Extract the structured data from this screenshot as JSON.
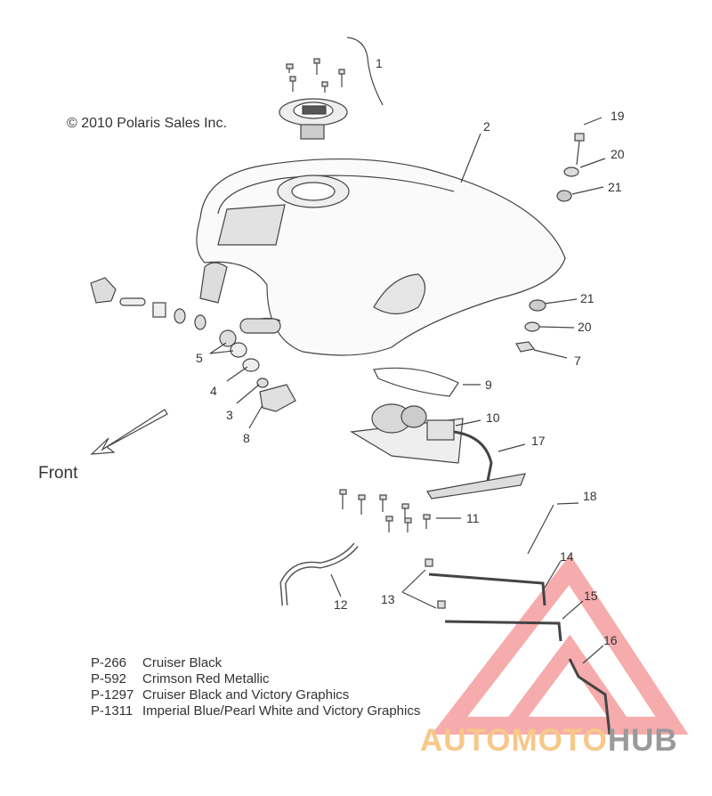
{
  "copyright": "© 2010 Polaris Sales Inc.",
  "front_label": "Front",
  "callouts": [
    "1",
    "2",
    "19",
    "20",
    "21",
    "21",
    "20",
    "7",
    "5",
    "4",
    "3",
    "8",
    "9",
    "10",
    "17",
    "18",
    "11",
    "12",
    "13",
    "14",
    "15",
    "16"
  ],
  "paint_options": [
    {
      "code": "P-266",
      "name": "Cruiser Black"
    },
    {
      "code": "P-592",
      "name": "Crimson Red Metallic"
    },
    {
      "code": "P-1297",
      "name": "Cruiser Black and Victory Graphics"
    },
    {
      "code": "P-1311",
      "name": "Imperial Blue/Pearl White and Victory Graphics"
    }
  ],
  "watermark": {
    "part1": "AUTOMOTO",
    "part2": "HUB",
    "color1": "#f7c889",
    "color2": "#9a9a9a",
    "triangle_color": "#f08080"
  }
}
